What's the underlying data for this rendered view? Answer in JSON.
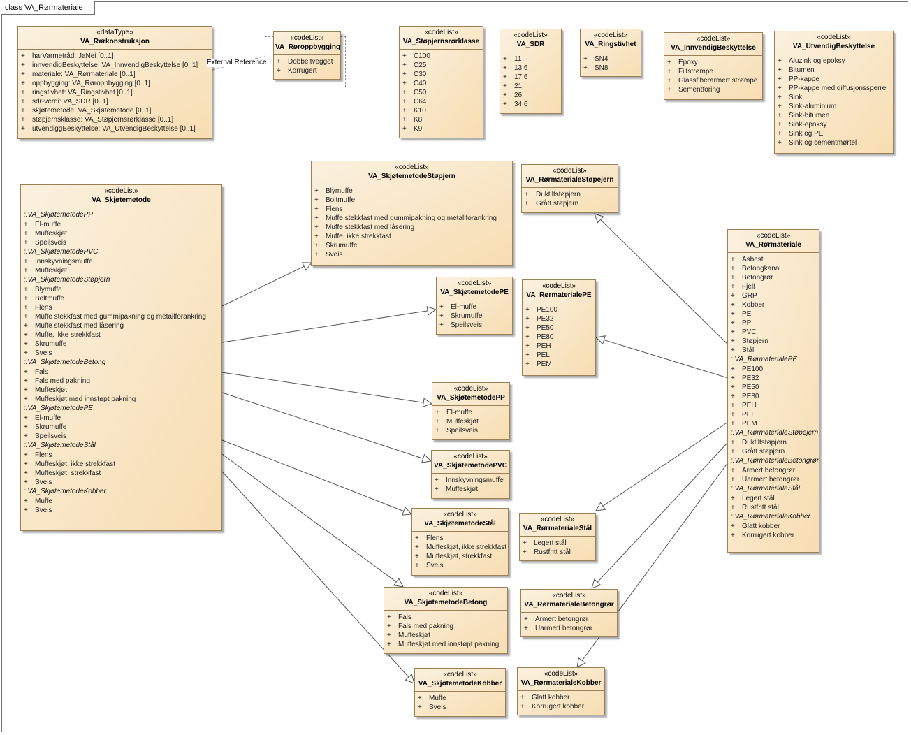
{
  "frame": {
    "title": "class VA_Rørmateriale"
  },
  "external_label": "External Reference",
  "classes": {
    "rorkonstruksjon": {
      "stereotype": "«dataType»",
      "name": "VA_Rørkonstruksjon",
      "items": [
        "harVarmetråd: JaNei [0..1]",
        "innvendigBeskyttelse: VA_InnvendigBeskyttelse [0..1]",
        "materiale: VA_Rørmateriale [0..1]",
        "oppbygging: VA_Røroppbygging [0..1]",
        "ringstivhet: VA_Ringstivhet [0..1]",
        "sdr-verdi: VA_SDR [0..1]",
        "skjøtemetode: VA_Skjøtemetode [0..1]",
        "støpjernsklasse: VA_Støpjernsrørklasse [0..1]",
        "utvendiggBeskyttelse: VA_UtvendigBeskyttelse [0..1]"
      ]
    },
    "roroppbygging": {
      "stereotype": "«codeList»",
      "name": "VA_Røroppbygging",
      "items": [
        "Dobbeltvegget",
        "Korrugert"
      ]
    },
    "stopjernsrorklasse": {
      "stereotype": "«codeList»",
      "name": "VA_Støpjernsrørklasse",
      "items": [
        "C100",
        "C25",
        "C30",
        "C40",
        "C50",
        "C64",
        "K10",
        "K8",
        "K9"
      ]
    },
    "sdr": {
      "stereotype": "«codeList»",
      "name": "VA_SDR",
      "items": [
        "11",
        "13,6",
        "17,6",
        "21",
        "26",
        "34,6"
      ]
    },
    "ringstivhet": {
      "stereotype": "«codeList»",
      "name": "VA_Ringstivhet",
      "items": [
        "SN4",
        "SN8"
      ]
    },
    "innvendig": {
      "stereotype": "«codeList»",
      "name": "VA_InnvendigBeskyttelse",
      "items": [
        "Epoxy",
        "Filtstrømpe",
        "Glassfiberarmert strømpe",
        "Sementforing"
      ]
    },
    "utvendig": {
      "stereotype": "«codeList»",
      "name": "VA_UtvendigBeskyttelse",
      "items": [
        "Aluzink og epoksy",
        "Bitumen",
        "PP-kappe",
        "PP-kappe med diffusjonssperre",
        "Sink",
        "Sink-aluminium",
        "Sink-bitumen",
        "Sink-epoksy",
        "Sink og PE",
        "Sink og sementmørtel"
      ]
    },
    "skjotemetode": {
      "stereotype": "«codeList»",
      "name": "VA_Skjøtemetode",
      "groups": [
        {
          "label": "::VA_SkjøtemetodePP",
          "items": [
            "El-muffe",
            "Muffeskjøt",
            "Speilsveis"
          ]
        },
        {
          "label": "::VA_SkjøtemetodePVC",
          "items": [
            "Innskyvningsmuffe",
            "Muffeskjøt"
          ]
        },
        {
          "label": "::VA_SkjøtemetodeStøpjern",
          "items": [
            "Blymuffe",
            "Boltmuffe",
            "Flens",
            "Muffe stekkfast med gummipakning og metallforankring",
            "Muffe stekkfast med låsering",
            "Muffe, ikke strekkfast",
            "Skrumuffe",
            "Sveis"
          ]
        },
        {
          "label": "::VA_SkjøtemetodeBetong",
          "items": [
            "Fals",
            "Fals med pakning",
            "Muffeskjøt",
            "Muffeskjøt med innstøpt pakning"
          ]
        },
        {
          "label": "::VA_SkjøtemetodePE",
          "items": [
            "El-muffe",
            "Skrumuffe",
            "Speilsveis"
          ]
        },
        {
          "label": "::VA_SkjøtemetodeStål",
          "items": [
            "Flens",
            "Muffeskjøt, ikke strekkfast",
            "Muffeskjøt, strekkfast",
            "Sveis"
          ]
        },
        {
          "label": "::VA_SkjøtemetodeKobber",
          "items": [
            "Muffe",
            "Sveis"
          ]
        }
      ]
    },
    "sm_stopjern": {
      "stereotype": "«codeList»",
      "name": "VA_SkjøtemetodeStøpjern",
      "items": [
        "Blymuffe",
        "Boltmuffe",
        "Flens",
        "Muffe stekkfast med gummipakning og metallforankring",
        "Muffe stekkfast med låsering",
        "Muffe, ikke strekkfast",
        "Skrumuffe",
        "Sveis"
      ]
    },
    "sm_pe": {
      "stereotype": "«codeList»",
      "name": "VA_SkjøtemetodePE",
      "items": [
        "El-muffe",
        "Skrumuffe",
        "Speilsveis"
      ]
    },
    "sm_pp": {
      "stereotype": "«codeList»",
      "name": "VA_SkjøtemetodePP",
      "items": [
        "El-muffe",
        "Muffeskjøt",
        "Speilsveis"
      ]
    },
    "sm_pvc": {
      "stereotype": "«codeList»",
      "name": "VA_SkjøtemetodePVC",
      "items": [
        "Innskyvningsmuffe",
        "Muffeskjøt"
      ]
    },
    "sm_stal": {
      "stereotype": "«codeList»",
      "name": "VA_SkjøtemetodeStål",
      "items": [
        "Flens",
        "Muffeskjøt, ikke strekkfast",
        "Muffeskjøt, strekkfast",
        "Sveis"
      ]
    },
    "sm_betong": {
      "stereotype": "«codeList»",
      "name": "VA_SkjøtemetodeBetong",
      "items": [
        "Fals",
        "Fals med pakning",
        "Muffeskjøt",
        "Muffeskjøt med innstøpt pakning"
      ]
    },
    "sm_kobber": {
      "stereotype": "«codeList»",
      "name": "VA_SkjøtemetodeKobber",
      "items": [
        "Muffe",
        "Sveis"
      ]
    },
    "rm_stopejern": {
      "stereotype": "«codeList»",
      "name": "VA_RørmaterialeStøpejern",
      "items": [
        "Duktiltstøpjern",
        "Grått støpjern"
      ]
    },
    "rm_pe": {
      "stereotype": "«codeList»",
      "name": "VA_RørmaterialePE",
      "items": [
        "PE100",
        "PE32",
        "PE50",
        "PE80",
        "PEH",
        "PEL",
        "PEM"
      ]
    },
    "rm_stal": {
      "stereotype": "«codeList»",
      "name": "VA_RørmaterialeStål",
      "items": [
        "Legert stål",
        "Rustfritt stål"
      ]
    },
    "rm_betongror": {
      "stereotype": "«codeList»",
      "name": "VA_RørmaterialeBetongrør",
      "items": [
        "Armert betongrør",
        "Uarmert betongrør"
      ]
    },
    "rm_kobber": {
      "stereotype": "«codeList»",
      "name": "VA_RørmaterialeKobber",
      "items": [
        "Glatt kobber",
        "Korrugert kobber"
      ]
    },
    "rormateriale": {
      "stereotype": "«codeList»",
      "name": "VA_Rørmateriale",
      "groups": [
        {
          "label": "",
          "items": [
            "Asbest",
            "Betongkanal",
            "Betongrør",
            "Fjell",
            "GRP",
            "Kobber",
            "PE",
            "PP",
            "PVC",
            "Støpjern",
            "Stål"
          ]
        },
        {
          "label": "::VA_RørmaterialePE",
          "items": [
            "PE100",
            "PE32",
            "PE50",
            "PE80",
            "PEH",
            "PEL",
            "PEM"
          ]
        },
        {
          "label": "::VA_RørmaterialeStøpejern",
          "items": [
            "Duktiltstøpjern",
            "Grått støpjern"
          ]
        },
        {
          "label": "::VA_RørmaterialeBetongrør",
          "items": [
            "Armert betongrør",
            "Uarmert betongrør"
          ]
        },
        {
          "label": "::VA_RørmaterialeStål",
          "items": [
            "Legert stål",
            "Rustfritt stål"
          ]
        },
        {
          "label": "::VA_RørmaterialeKobber",
          "items": [
            "Glatt kobber",
            "Korrugert kobber"
          ]
        }
      ]
    }
  },
  "plus_marker": "+"
}
